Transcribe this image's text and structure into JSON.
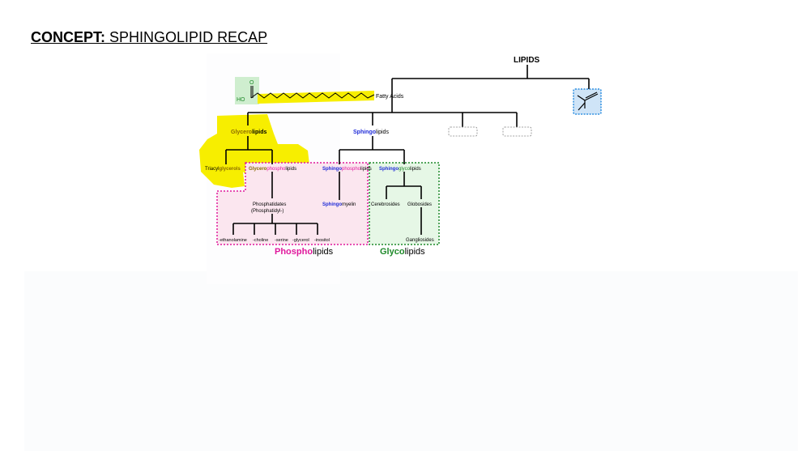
{
  "concept": {
    "label": "CONCEPT:",
    "title": "SPHINGOLIPID RECAP"
  },
  "diagram": {
    "root": "LIPIDS",
    "fatty_acid": {
      "label": "Fatty Acids",
      "atoms": {
        "oxygen": "O",
        "hydroxyl": "HO"
      }
    },
    "glycerolipids": {
      "prefix": "Glycero",
      "suffix": "lipids",
      "children": {
        "triacylglycerols": {
          "prefix": "Triacyl",
          "highlight": "glycerols"
        },
        "glycerophospholipids": {
          "p1": "Glycero",
          "p2": "phospho",
          "p3": "lipids"
        },
        "phosphatidates_line1": "Phosphatidates",
        "phosphatidates_line2": "(Phosphatidyl-)",
        "headgroups": [
          "-ethanolamine",
          "-choline",
          "-serine",
          "-glycerol",
          "-inositol"
        ]
      }
    },
    "sphingolipids": {
      "prefix": "Sphingo",
      "suffix": "lipids",
      "sphingophospholipids": {
        "p1": "Sphingo",
        "p2": "phospho",
        "p3": "lipids"
      },
      "sphingomyelin": {
        "p1": "Sphingo",
        "p2": "myelin"
      },
      "sphingoglycolipids": {
        "p1": "Sphingo",
        "p2": "glyco",
        "p3": "lipids"
      },
      "cerebrosides": "Cerebrosides",
      "globosides": "Globosides",
      "gangliosides": "Gangliosides"
    },
    "group_labels": {
      "phospholipids": {
        "p1": "Phospho",
        "p2": "lipids"
      },
      "glycolipids": {
        "p1": "Glyco",
        "p2": "lipids"
      }
    },
    "colors": {
      "highlight_yellow": "#f7ee00",
      "sphingo_blue": "#1f2bd8",
      "phospho_magenta": "#e0189c",
      "phospho_box_fill": "#fbe6ef",
      "glyco_green": "#1f8a2a",
      "glyco_box_fill": "#e6f7e6",
      "isoprene_blue": "#2f8fe0",
      "isoprene_fill": "#cfe4f7",
      "fatty_green_fill": "#cfeecf"
    }
  }
}
